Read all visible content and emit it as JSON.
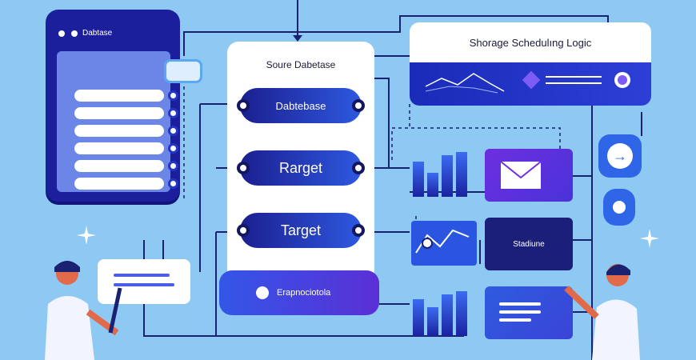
{
  "db_panel": {
    "title": "Dabtase"
  },
  "center": {
    "title": "Soure Dabetase",
    "nodes": [
      "Dabtebase",
      "Rarget",
      "Target"
    ],
    "bottom_label": "Erapnociotola"
  },
  "logic_card": {
    "title": "Shorage Schedulıng Logic"
  },
  "schedule_card": {
    "label": "Stadiune"
  },
  "icons": {
    "mail": "mail-icon",
    "arrow": "arrow-right-icon",
    "chart": "line-chart-icon",
    "sparkle": "sparkle-icon"
  },
  "colors": {
    "background": "#8ec9f4",
    "navy": "#1c1f9c",
    "blue": "#2f66e8",
    "violet": "#6d2fe0"
  }
}
